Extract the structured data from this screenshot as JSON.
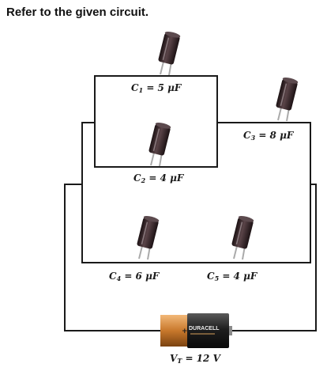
{
  "question": "Refer to the given circuit.",
  "components": {
    "c1": {
      "symbol": "C",
      "subscript": "1",
      "eq": " = 5 ",
      "unit": "μF"
    },
    "c2": {
      "symbol": "C",
      "subscript": "2",
      "eq": " = 4 ",
      "unit": "μF"
    },
    "c3": {
      "symbol": "C",
      "subscript": "3",
      "eq": " = 8 ",
      "unit": "μF"
    },
    "c4": {
      "symbol": "C",
      "subscript": "4",
      "eq": " = 6 ",
      "unit": "μF"
    },
    "c5": {
      "symbol": "C",
      "subscript": "5",
      "eq": " = 4 ",
      "unit": "μF"
    },
    "battery": {
      "symbol": "V",
      "subscript": "T",
      "eq": " = 12 ",
      "unit": "V",
      "brand": "DURACELL"
    }
  },
  "colors": {
    "wire": "#1a1a1a",
    "capacitor_body": "#3a2a2c",
    "battery_copper": "#c8782c",
    "battery_black": "#1e1e1e"
  }
}
